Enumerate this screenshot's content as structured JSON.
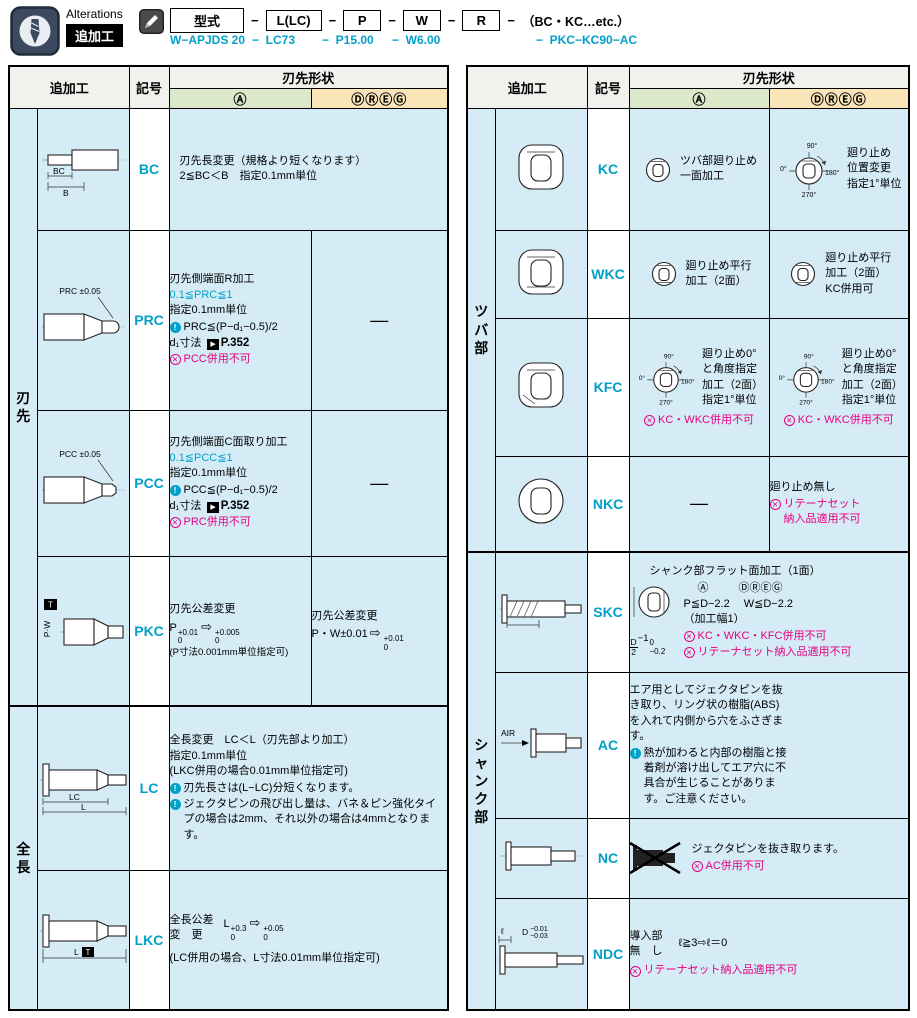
{
  "icons": {
    "note": "!",
    "ban": "✕",
    "ref": "▶",
    "arrow": "⇨"
  },
  "top": {
    "alterations": "Alterations",
    "tsuikako": "追加工",
    "formula": [
      "型式",
      "L(LC)",
      "P",
      "W",
      "R"
    ],
    "formula_tail": "（BC・KC…etc.）",
    "dash": "−",
    "example": [
      "W−APJDS 20",
      "−  LC73",
      "−  P15.00",
      "−  W6.00",
      "−  PKC−KC90−AC"
    ]
  },
  "headers": {
    "tsuikako": "追加工",
    "kigo": "記号",
    "shape": "刃先形状",
    "a": "Ⓐ",
    "dreg": "ⒹⓇⒺⒼ"
  },
  "left": {
    "group1": "刃先",
    "group2": "全長",
    "bc": {
      "code": "BC",
      "line1": "刃先長変更（規格より短くなります）",
      "line2": "2≦BC＜B　指定0.1mm単位",
      "dim1": "BC",
      "dim2": "B"
    },
    "prc": {
      "code": "PRC",
      "dim": "PRC ±0.05",
      "line1": "刃先側端面R加工",
      "range": "0.1≦PRC≦1",
      "unit": "指定0.1mm単位",
      "formula": "PRC≦(P−d₁−0.5)/2",
      "ref_label": "d₁寸法",
      "page": "P.352",
      "ban": "PCC併用不可",
      "dash": "—"
    },
    "pcc": {
      "code": "PCC",
      "dim": "PCC ±0.05",
      "line1": "刃先側端面C面取り加工",
      "range": "0.1≦PCC≦1",
      "unit": "指定0.1mm単位",
      "formula": "PCC≦(P−d₁−0.5)/2",
      "ref_label": "d₁寸法",
      "page": "P.352",
      "ban": "PRC併用不可",
      "dash": "—"
    },
    "pkc": {
      "code": "PKC",
      "a_line1": "刃先公差変更",
      "a_base": "P",
      "a_u1": "+0.01",
      "a_l1": "0",
      "a_u2": "+0.005",
      "a_l2": "0",
      "a_line3": "(P寸法0.001mm単位指定可)",
      "d_line1": "刃先公差変更",
      "d_base": "P・W±0.01",
      "d_u": "+0.01",
      "d_l": "0",
      "dim": "P·W",
      "datum": "T"
    },
    "lc": {
      "code": "LC",
      "line1": "全長変更　LC＜L（刃先部より加工）",
      "line2": "指定0.1mm単位",
      "line3": "(LKC併用の場合0.01mm単位指定可)",
      "note1": "刃先長さは(L−LC)分短くなります。",
      "note2": "ジェクタピンの飛び出し量は、バネ＆ピン強化タイプの場合は2mm、それ以外の場合は4mmとなります。",
      "dim1": "LC",
      "dim2": "L"
    },
    "lkc": {
      "code": "LKC",
      "t1": "全長公差",
      "t2": "変　更",
      "base": "L",
      "u1": "+0.3",
      "l1": "0",
      "u2": "+0.05",
      "l2": "0",
      "line2": "(LC併用の場合、L寸法0.01mm単位指定可)",
      "dim": "L",
      "datum": "T"
    }
  },
  "right": {
    "group1": "ツバ部",
    "group2": "シャンク部",
    "kc": {
      "code": "KC",
      "a1": "ツバ部廻り止め",
      "a2": "一面加工",
      "d1": "廻り止め",
      "d2": "位置変更",
      "d3": "指定1°単位",
      "a90": "90°",
      "a0": "0°",
      "a180": "180°",
      "a270": "270°"
    },
    "wkc": {
      "code": "WKC",
      "a1": "廻り止め平行",
      "a2": "加工（2面）",
      "d1": "廻り止め平行",
      "d2": "加工（2面）",
      "d3": "KC併用可"
    },
    "kfc": {
      "code": "KFC",
      "l1": "廻り止め0°",
      "l2": "と角度指定",
      "l3": "加工（2面）",
      "l4": "指定1°単位",
      "ban": "KC・WKC併用不可",
      "a90": "90°",
      "a0": "0°",
      "a180": "180°",
      "a270": "270°"
    },
    "nkc": {
      "code": "NKC",
      "dash": "—",
      "d1": "廻り止め無し",
      "ban1": "リテーナセット",
      "ban2": "納入品適用不可"
    },
    "skc": {
      "code": "SKC",
      "line1": "シャンク部フラット面加工（1面）",
      "mark_a": "Ⓐ",
      "mark_dreg": "ⒹⓇⒺⒼ",
      "cond1": "P≦D−2.2",
      "cond2": "W≦D−2.2",
      "width_note": "（加工幅1）",
      "ban1": "KC・WKC・KFC併用不可",
      "ban2": "リテーナセット納入品適用不可",
      "dim_num": "D",
      "dim_den": "2",
      "dim_rest": "−1",
      "dim_u": "0",
      "dim_l": "−0.2"
    },
    "ac": {
      "code": "AC",
      "air": "AIR",
      "text": "エア用としてジェクタピンを抜き取り、リング状の樹脂(ABS)を入れて内側から穴をふさぎます。",
      "note": "熱が加わると内部の樹脂と接着剤が溶け出してエア穴に不具合が生じることがあります。ご注意ください。"
    },
    "nc": {
      "code": "NC",
      "text": "ジェクタピンを抜き取ります。",
      "ban": "AC併用不可"
    },
    "ndc": {
      "code": "NDC",
      "t1": "導入部",
      "t2": "無　し",
      "cond": "ℓ≧3⇨ℓ＝0",
      "ban": "リテーナセット納入品適用不可",
      "dim_l": "ℓ",
      "dim_d": "D",
      "d_u": "−0.01",
      "d_l": "−0.03"
    }
  }
}
